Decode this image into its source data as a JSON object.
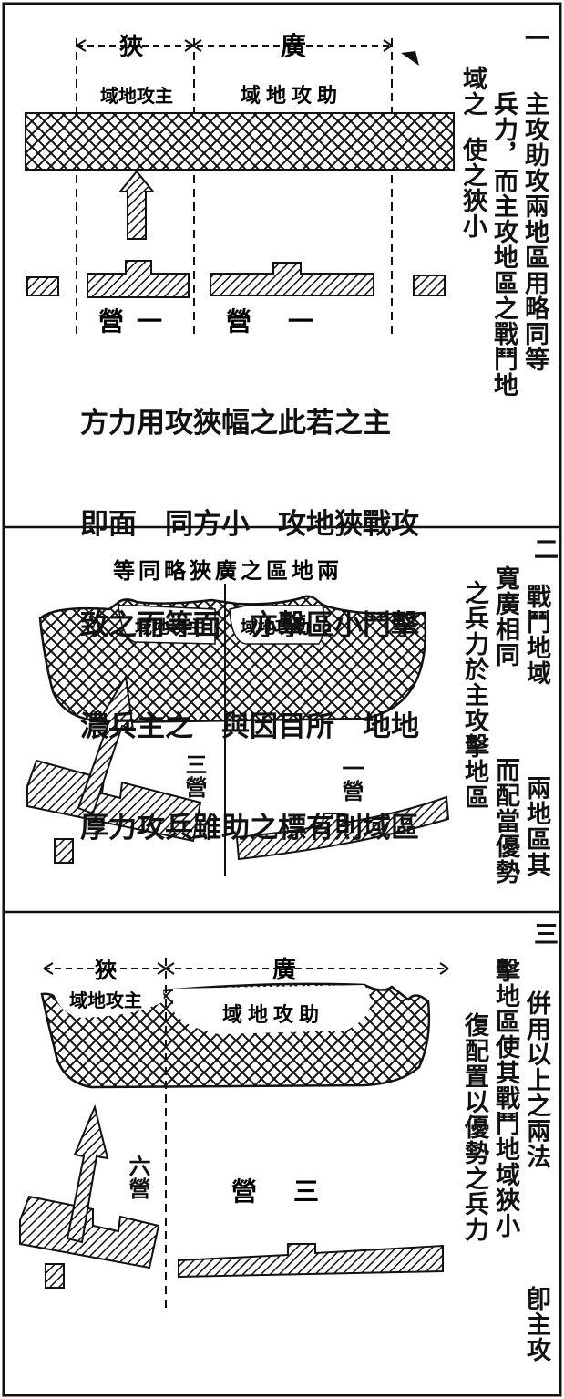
{
  "panel1": {
    "number": "一",
    "dim_narrow": "狹",
    "dim_wide": "廣",
    "zone_main": "域地攻主",
    "zone_support": "域地攻助",
    "unit_left": "營一",
    "unit_right": "營一",
    "body_lines": [
      "方力用攻狹幅之此若之主",
      "即面　同方小　攻地狹戰攻",
      "致之而等面　亦擊區小鬥擊",
      "濃兵主之　與因目所　地地",
      "厚力攻兵雖助之標有則域區"
    ],
    "side_columns": [
      "一",
      "主攻助攻兩地區用略同等",
      "兵力，而主攻地區之戰鬥地",
      "使之狹小",
      "域之"
    ]
  },
  "panel2": {
    "number": "二",
    "title": "等同略狹廣之區地兩",
    "zone_main": "域地攻主",
    "zone_support": "域地攻助",
    "unit_left": "三營",
    "unit_right": "一營",
    "side_columns": [
      "戰鬥地域",
      "兩地區其",
      "寬廣相同",
      "而配當優勢",
      "之兵力於主攻擊地區"
    ]
  },
  "panel3": {
    "number": "三",
    "dim_narrow": "狹",
    "dim_wide": "廣",
    "zone_main": "域地攻主",
    "zone_support": "域地攻助",
    "unit_left": "六營",
    "unit_right": "營三",
    "side_columns": [
      "倂用以上之兩法",
      "卽主攻",
      "擊地區使其戰鬥地域狹小",
      "復配置以優勢之兵力"
    ]
  }
}
